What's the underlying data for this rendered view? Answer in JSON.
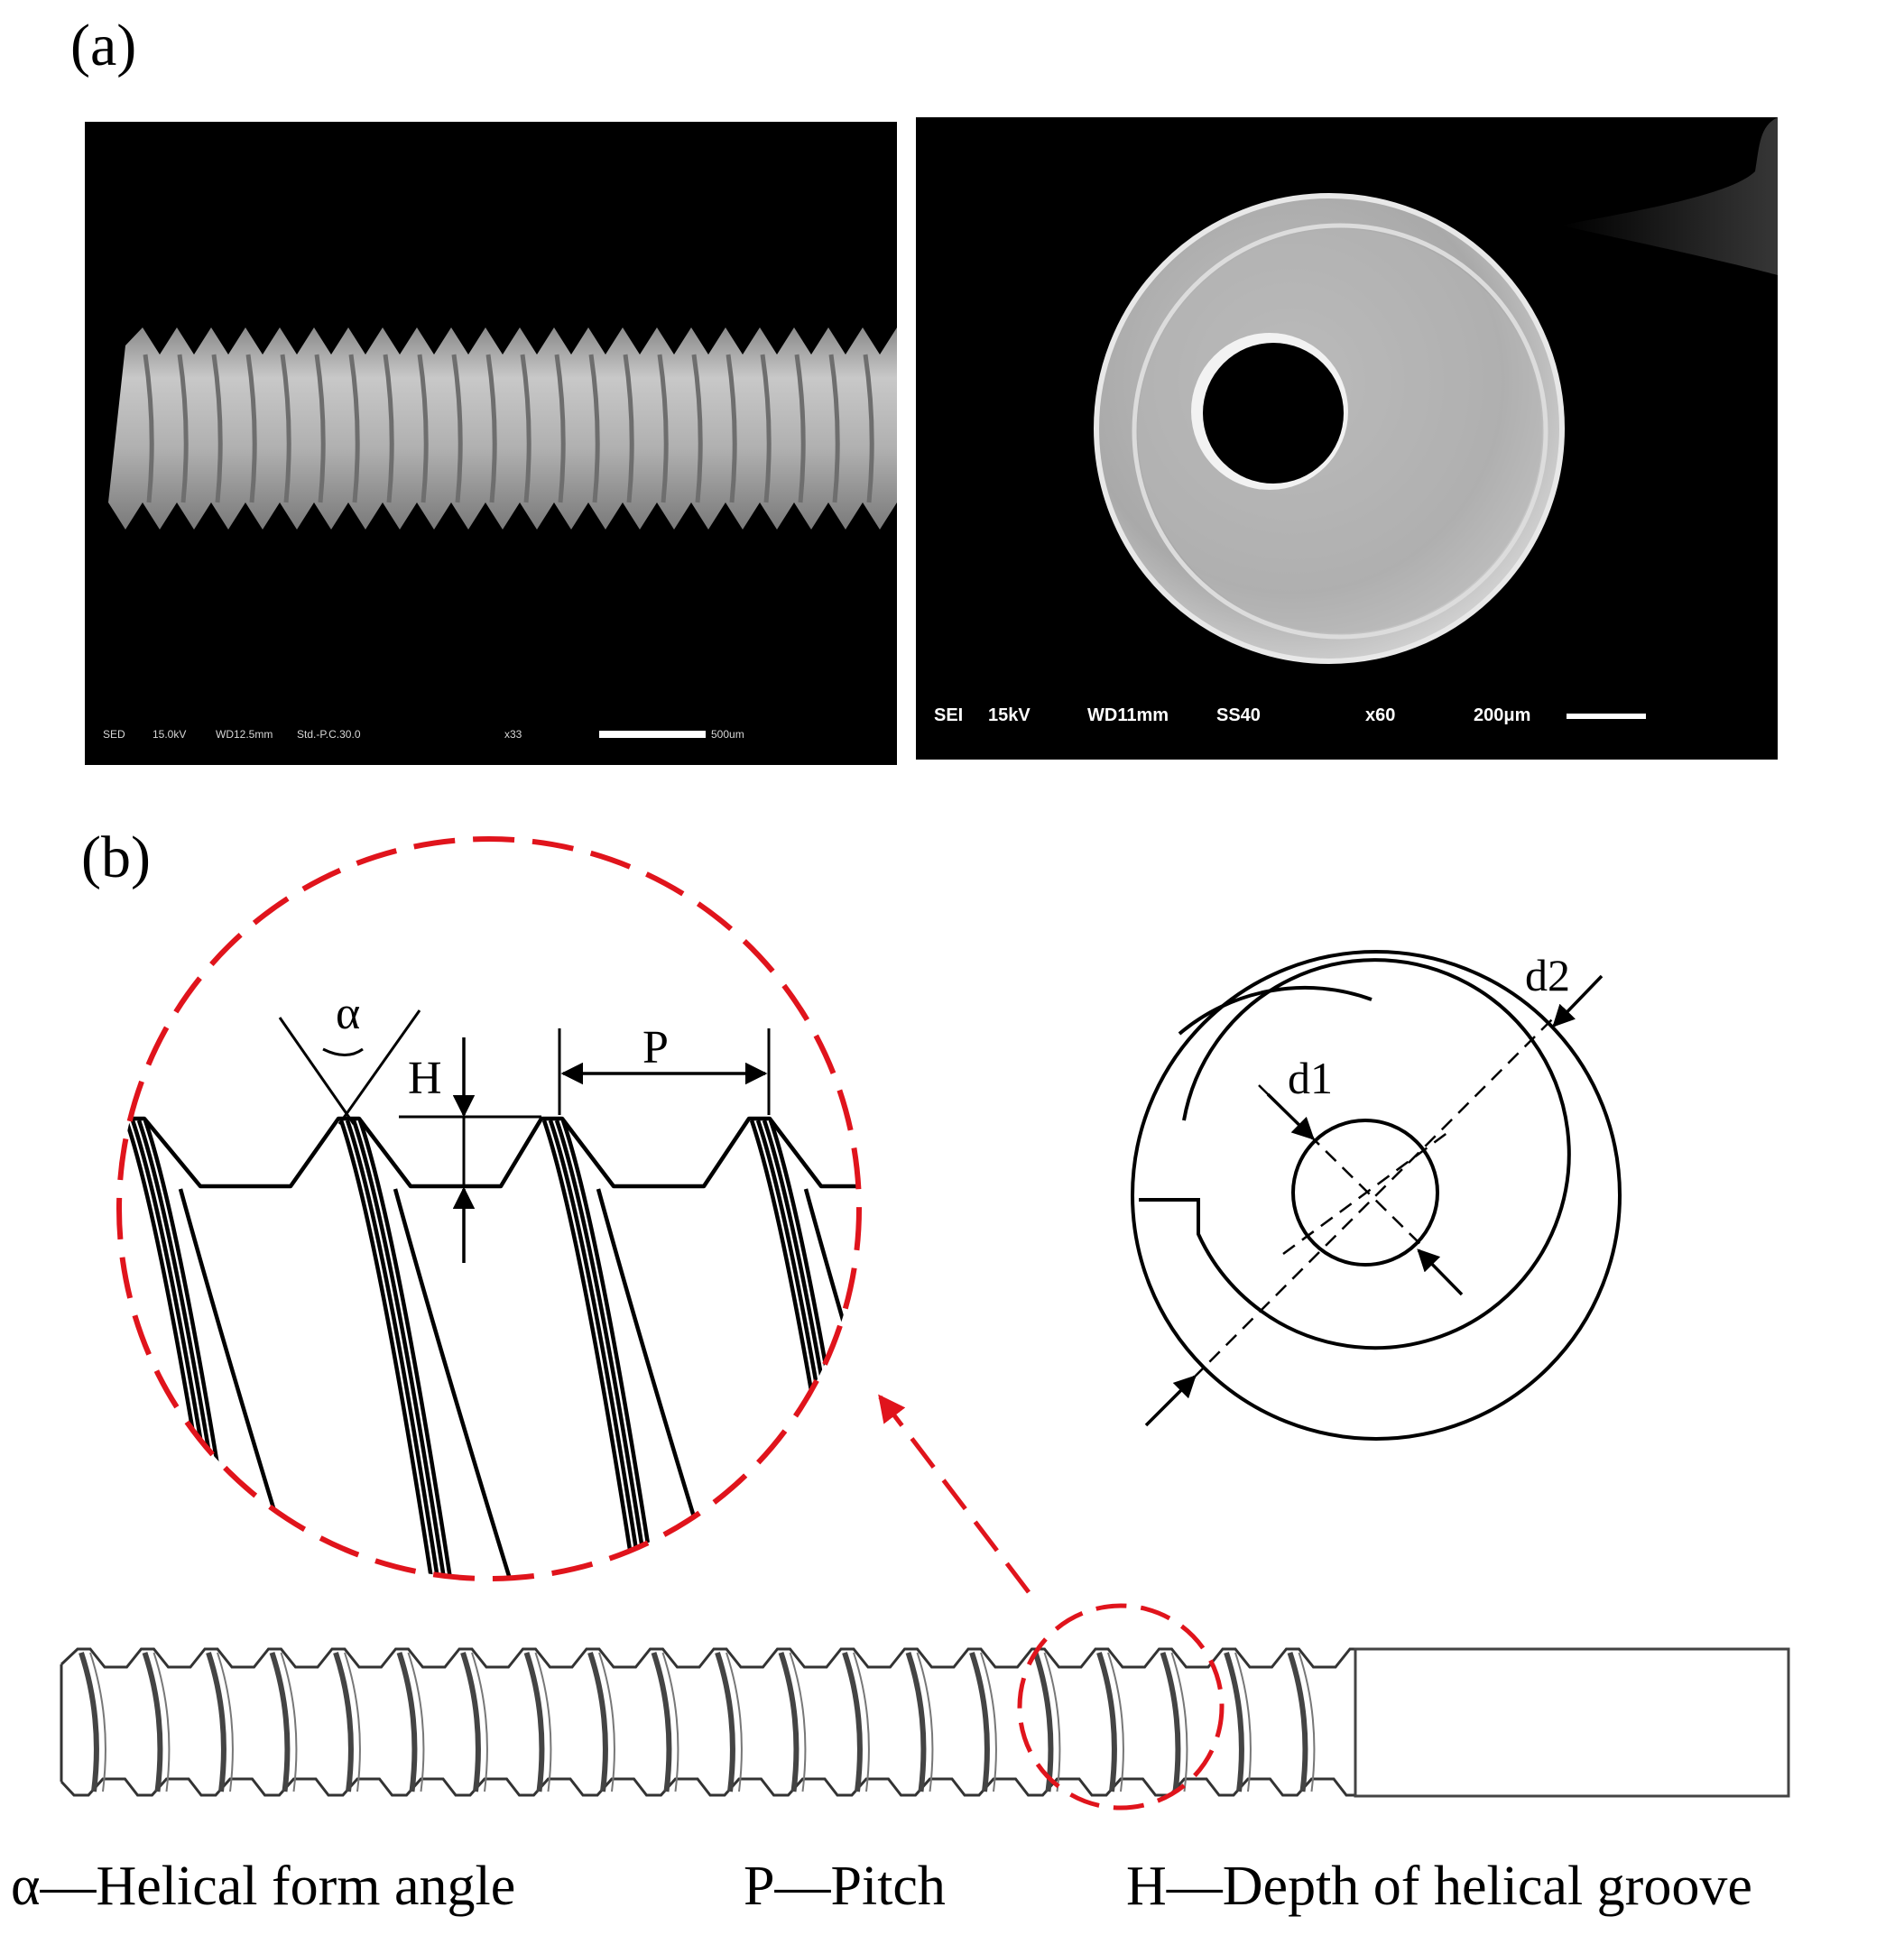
{
  "panels": {
    "a_label": "(a)",
    "b_label": "(b)"
  },
  "sem_left": {
    "detector": "SED",
    "voltage": "15.0kV",
    "working_distance": "WD12.5mm",
    "mode": "Std.-P.C.30.0",
    "magnification": "x33",
    "scale": "500um"
  },
  "sem_right": {
    "detector": "SEI",
    "voltage": "15kV",
    "working_distance": "WD11mm",
    "spot_size": "SS40",
    "magnification": "x60",
    "scale": "200μm"
  },
  "diagram": {
    "alpha": "α",
    "h": "H",
    "p": "P",
    "d1": "d1",
    "d2": "d2"
  },
  "legend": {
    "alpha": "α—Helical form angle",
    "pitch": "P—Pitch",
    "depth": "H—Depth of helical groove"
  },
  "colors": {
    "zoom_circle": "#e0141c",
    "sem_background": "#000000",
    "sample_gray": "#b8b8b8"
  }
}
